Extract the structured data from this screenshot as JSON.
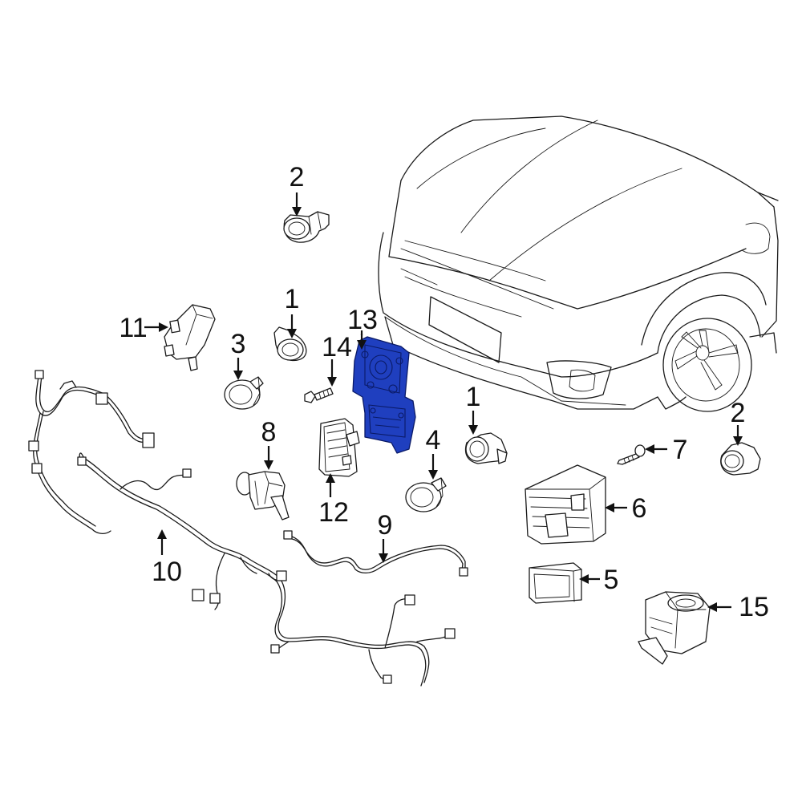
{
  "diagram": {
    "callouts": [
      {
        "id": "c2a",
        "label": "2"
      },
      {
        "id": "c1a",
        "label": "1"
      },
      {
        "id": "c11",
        "label": "11"
      },
      {
        "id": "c3",
        "label": "3"
      },
      {
        "id": "c13",
        "label": "13"
      },
      {
        "id": "c14",
        "label": "14"
      },
      {
        "id": "c1b",
        "label": "1"
      },
      {
        "id": "c2b",
        "label": "2"
      },
      {
        "id": "c7",
        "label": "7"
      },
      {
        "id": "c8",
        "label": "8"
      },
      {
        "id": "c12",
        "label": "12"
      },
      {
        "id": "c4",
        "label": "4"
      },
      {
        "id": "c6",
        "label": "6"
      },
      {
        "id": "c9",
        "label": "9"
      },
      {
        "id": "c10",
        "label": "10"
      },
      {
        "id": "c5",
        "label": "5"
      },
      {
        "id": "c15",
        "label": "15"
      }
    ],
    "colors": {
      "highlight": "#1f3fbf",
      "line": "#1a1a1a"
    }
  }
}
